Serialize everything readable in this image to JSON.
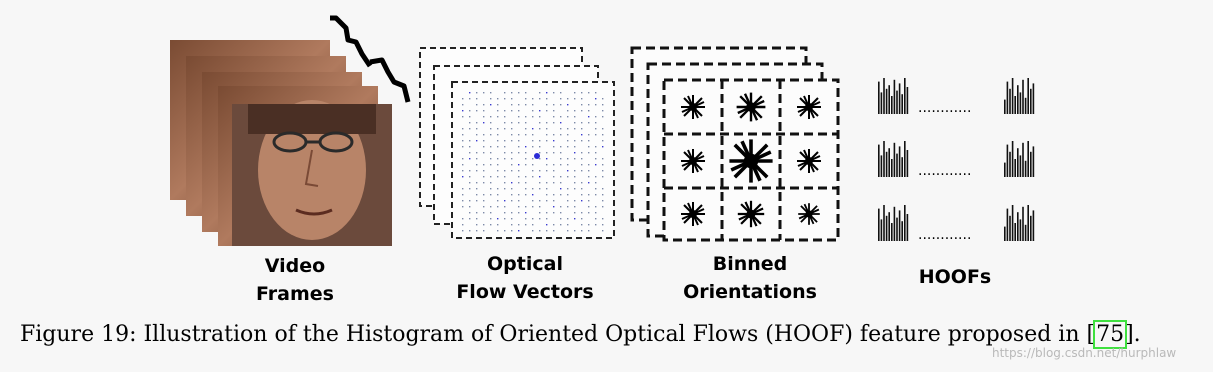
{
  "stages": {
    "video": {
      "line1": "Video",
      "line2": "Frames"
    },
    "flow": {
      "line1": "Optical",
      "line2": "Flow Vectors"
    },
    "binned": {
      "line1": "Binned",
      "line2": "Orientations"
    },
    "hoof": {
      "line1": "HOOFs"
    }
  },
  "hoof_dots": "............",
  "caption": {
    "prefix": "Figure 19: Illustration of the Histogram of Oriented Optical Flows (HOOF) feature proposed in [",
    "citation": "75",
    "suffix": "]."
  },
  "watermark": "https://blog.csdn.net/hurphlaw"
}
